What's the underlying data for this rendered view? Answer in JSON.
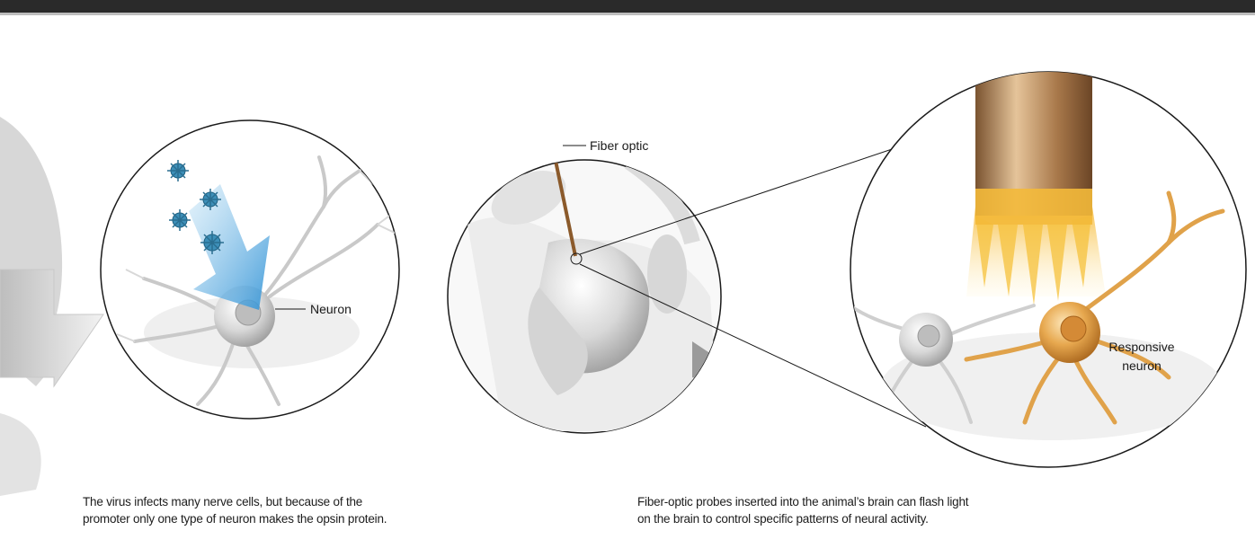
{
  "labels": {
    "neuron": "Neuron",
    "fiber_optic": "Fiber optic",
    "responsive_line1": "Responsive",
    "responsive_line2": "neuron"
  },
  "captions": {
    "left": {
      "line1": "The virus infects many nerve cells, but because of the",
      "line2": "promoter only one type of neuron makes the opsin protein."
    },
    "right": {
      "line1": "Fiber-optic probes inserted into the animal’s brain can flash light",
      "line2": "on the brain to control specific patterns of neural activity."
    }
  },
  "colors": {
    "header_bar": "#2a2a2a",
    "virus_arrow": "#3aa0dc",
    "virus_particle": "#3d8fb8",
    "light_beam": "#f6c23c",
    "fiber": "#8b5a2b",
    "responsive_neuron": "#e0a24a",
    "neutral_tissue": "#d9d9d9"
  }
}
